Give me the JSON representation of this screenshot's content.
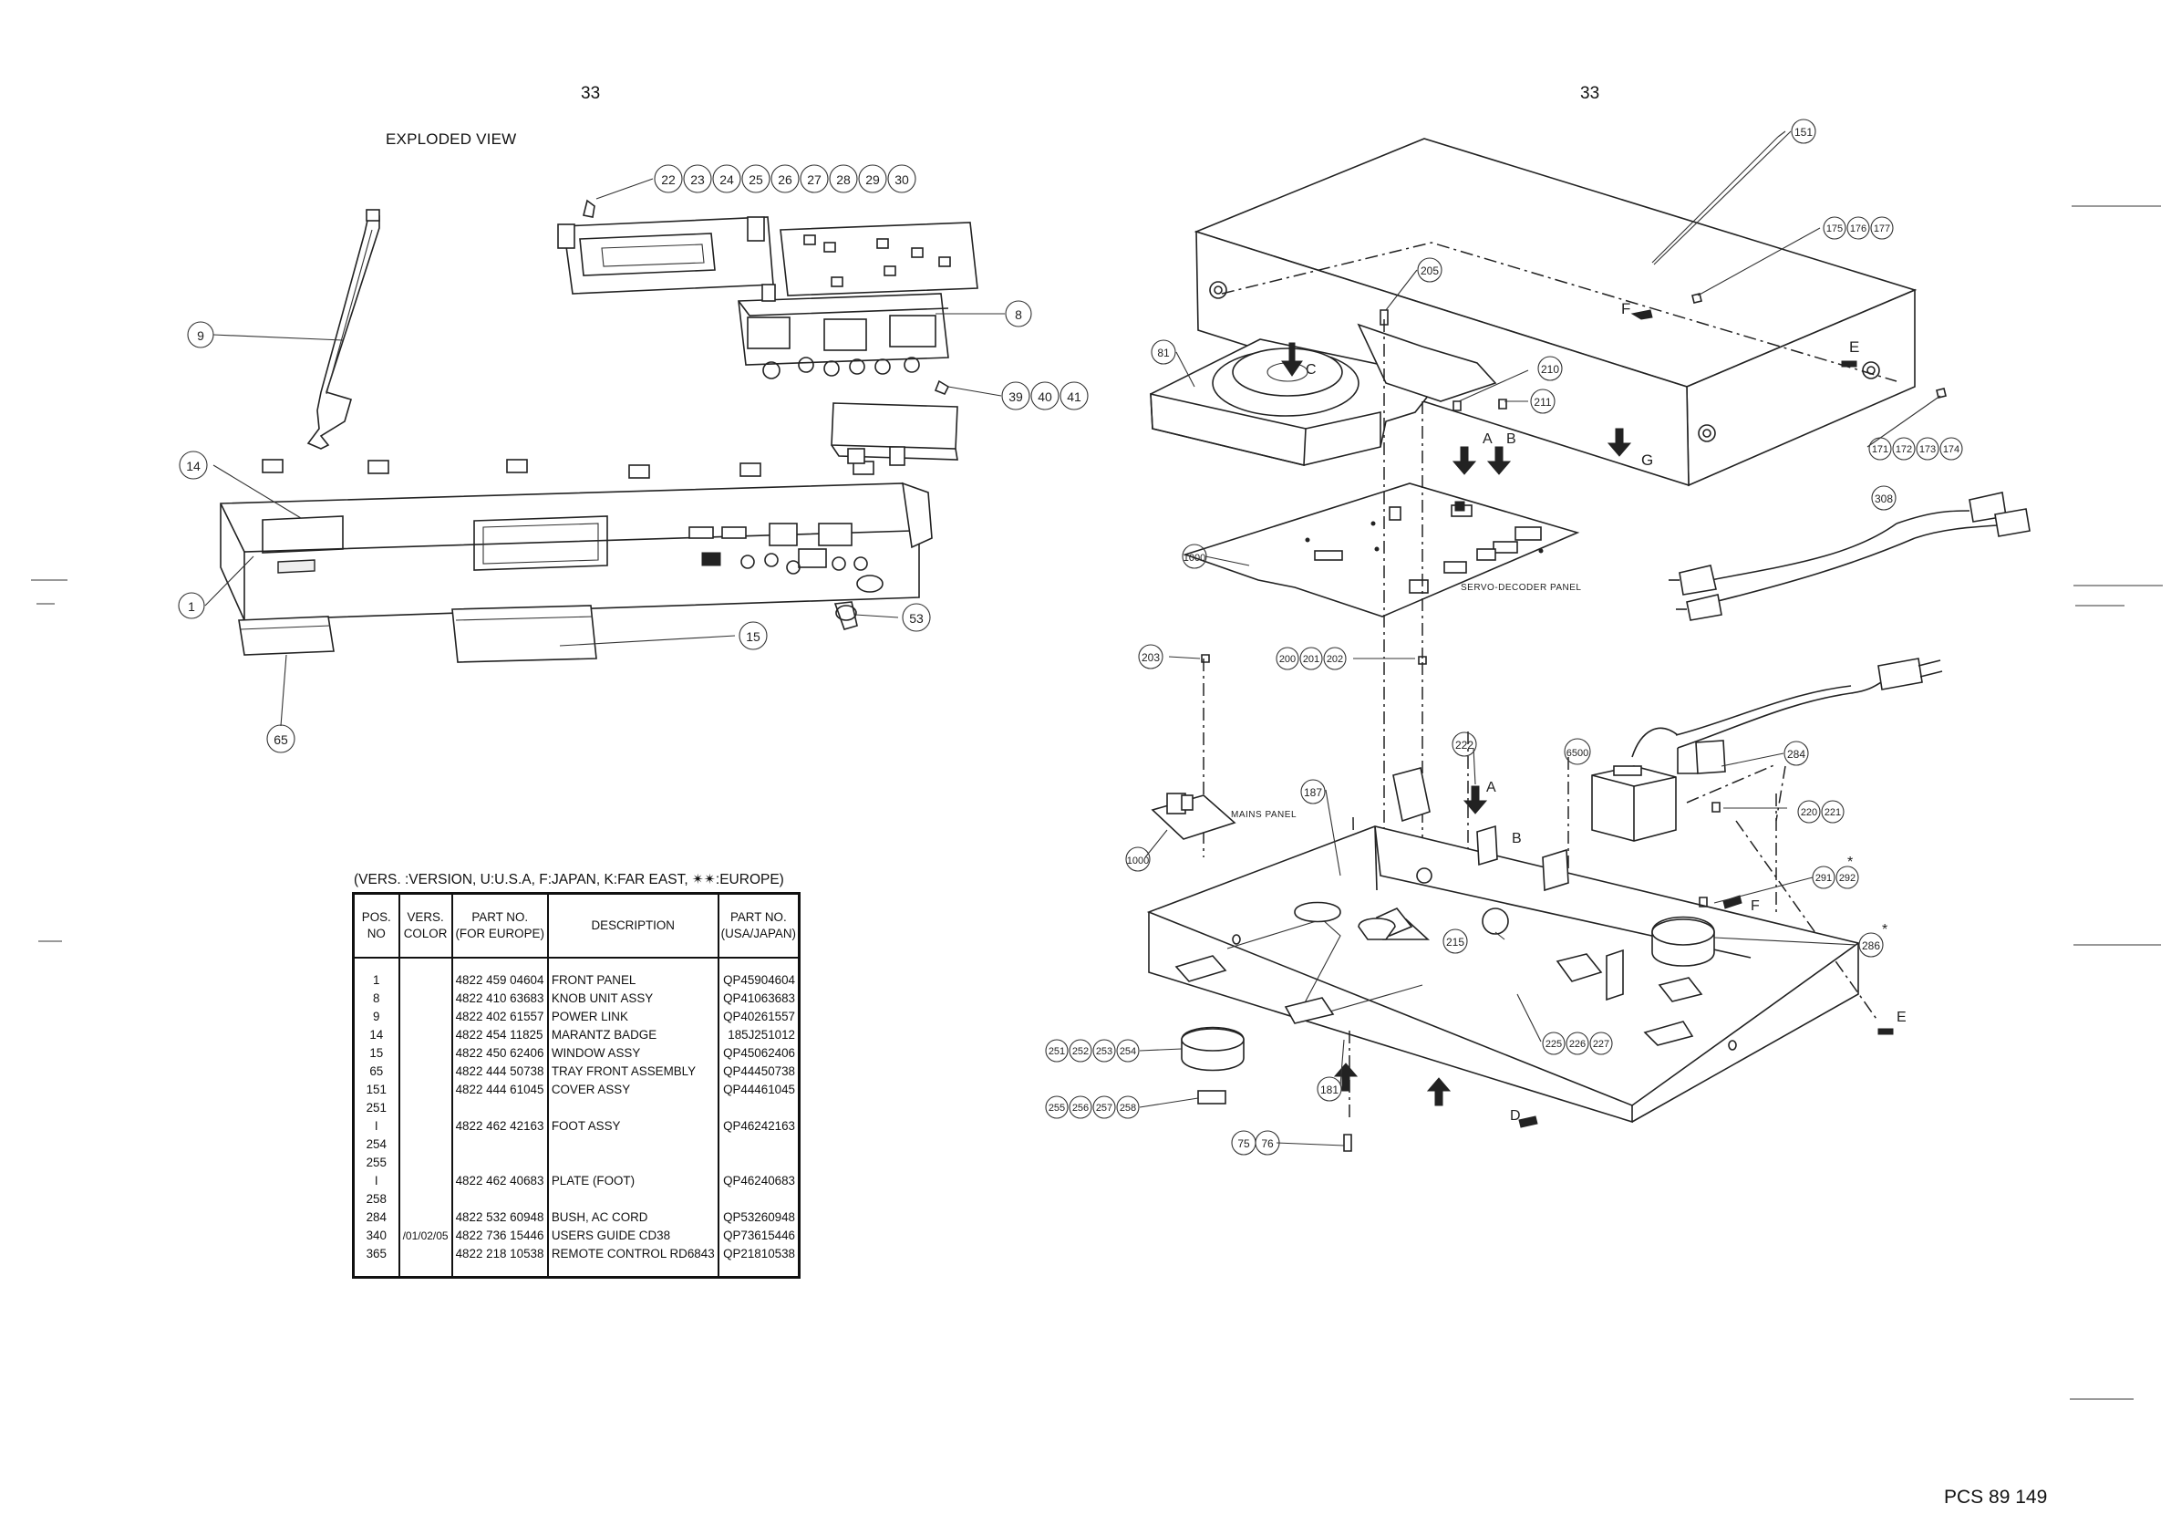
{
  "page": {
    "left_page_number": "33",
    "right_page_number": "33",
    "heading": "EXPLODED VIEW",
    "footer_code": "PCS 89 149"
  },
  "left_diagram": {
    "callouts": {
      "c22": "22",
      "c23": "23",
      "c24": "24",
      "c25": "25",
      "c26": "26",
      "c27": "27",
      "c28": "28",
      "c29": "29",
      "c30": "30",
      "c9": "9",
      "c8": "8",
      "c39": "39",
      "c40": "40",
      "c41": "41",
      "c14": "14",
      "c1": "1",
      "c53": "53",
      "c15": "15",
      "c65": "65"
    }
  },
  "right_diagram": {
    "callouts": {
      "c151": "151",
      "c175": "175",
      "c176": "176",
      "c177": "177",
      "c205": "205",
      "c81": "81",
      "c210": "210",
      "c211": "211",
      "c171": "171",
      "c172": "172",
      "c173": "173",
      "c174": "174",
      "c308": "308",
      "c1000a": "1000",
      "c203": "203",
      "c200": "200",
      "c201": "201",
      "c202": "202",
      "c222": "222",
      "c6500": "6500",
      "c284": "284",
      "c187": "187",
      "c220": "220",
      "c221": "221",
      "c1000b": "1000",
      "c291": "291",
      "c292": "292",
      "c215": "215",
      "c286": "286",
      "c225": "225",
      "c226": "226",
      "c227": "227",
      "c251": "251",
      "c252": "252",
      "c253": "253",
      "c254": "254",
      "c181": "181",
      "c255": "255",
      "c256": "256",
      "c257": "257",
      "c258": "258",
      "c75": "75",
      "c76": "76"
    },
    "letters": {
      "F1": "F",
      "E1": "E",
      "G": "G",
      "A1": "A",
      "B1": "B",
      "C": "C",
      "A2": "A",
      "B2": "B",
      "F2": "F",
      "E2": "E",
      "D": "D",
      "star1": "*",
      "star2": "*"
    },
    "labels": {
      "servo": "SERVO-DECODER PANEL",
      "mains": "MAINS PANEL"
    }
  },
  "parts_table": {
    "legend": "(VERS. :VERSION, U:U.S.A, F:JAPAN, K:FAR EAST, ✴✴:EUROPE)",
    "headers": {
      "pos_1": "POS.",
      "pos_2": "NO",
      "vers_1": "VERS.",
      "vers_2": "COLOR",
      "pn_1": "PART NO.",
      "pn_2": "(FOR EUROPE)",
      "desc": "DESCRIPTION",
      "pu_1": "PART NO.",
      "pu_2": "(USA/JAPAN)"
    },
    "rows": [
      {
        "pos": "1",
        "vers": "",
        "pn": "4822 459 04604",
        "desc": "FRONT PANEL",
        "pu": "QP45904604"
      },
      {
        "pos": "8",
        "vers": "",
        "pn": "4822 410 63683",
        "desc": "KNOB UNIT ASSY",
        "pu": "QP41063683"
      },
      {
        "pos": "9",
        "vers": "",
        "pn": "4822 402 61557",
        "desc": "POWER LINK",
        "pu": "QP40261557"
      },
      {
        "pos": "14",
        "vers": "",
        "pn": "4822 454 11825",
        "desc": "MARANTZ BADGE",
        "pu": "185J251012"
      },
      {
        "pos": "15",
        "vers": "",
        "pn": "4822 450 62406",
        "desc": "WINDOW ASSY",
        "pu": "QP45062406"
      },
      {
        "pos": "65",
        "vers": "",
        "pn": "4822 444 50738",
        "desc": "TRAY FRONT ASSEMBLY",
        "pu": "QP44450738"
      },
      {
        "pos": "151",
        "vers": "",
        "pn": "4822 444 61045",
        "desc": "COVER ASSY",
        "pu": "QP44461045"
      },
      {
        "pos": "251",
        "vers": "",
        "pn": "",
        "desc": "",
        "pu": ""
      },
      {
        "pos": "I",
        "vers": "",
        "pn": "4822 462 42163",
        "desc": "FOOT ASSY",
        "pu": "QP46242163"
      },
      {
        "pos": "254",
        "vers": "",
        "pn": "",
        "desc": "",
        "pu": ""
      },
      {
        "pos": "255",
        "vers": "",
        "pn": "",
        "desc": "",
        "pu": ""
      },
      {
        "pos": "I",
        "vers": "",
        "pn": "4822 462 40683",
        "desc": "PLATE (FOOT)",
        "pu": "QP46240683"
      },
      {
        "pos": "258",
        "vers": "",
        "pn": "",
        "desc": "",
        "pu": ""
      },
      {
        "pos": "284",
        "vers": "",
        "pn": "4822 532 60948",
        "desc": "BUSH, AC CORD",
        "pu": "QP53260948"
      },
      {
        "pos": "340",
        "vers": "/01/02/05",
        "pn": "4822 736 15446",
        "desc": "USERS GUIDE CD38",
        "pu": "QP73615446"
      },
      {
        "pos": "365",
        "vers": "",
        "pn": "4822 218 10538",
        "desc": "REMOTE CONTROL RD6843",
        "pu": "QP21810538"
      }
    ]
  }
}
